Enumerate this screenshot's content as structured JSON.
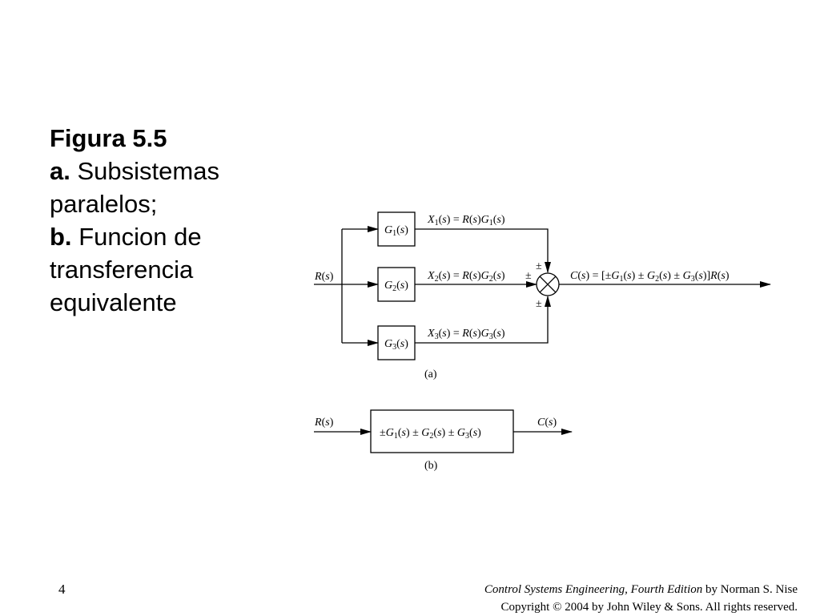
{
  "title": {
    "figure": "Figura 5.5",
    "part_a_letter": "a.",
    "part_a_text": "Subsistemas paralelos;",
    "part_b_letter": "b.",
    "part_b_text": "Funcion de transferencia equivalente"
  },
  "diagram_a": {
    "input": "R(s)",
    "blocks": [
      "G1(s)",
      "G2(s)",
      "G3(s)"
    ],
    "branch_signals": [
      "X1(s) = R(s)G1(s)",
      "X2(s) = R(s)G2(s)",
      "X3(s) = R(s)G3(s)"
    ],
    "summing_signs": [
      "±",
      "±",
      "±"
    ],
    "output": "C(s) = [±G1(s) ± G2(s) ± G3(s)]R(s)",
    "caption": "(a)"
  },
  "diagram_b": {
    "input": "R(s)",
    "block": "±G1(s) ± G2(s) ± G3(s)",
    "output": "C(s)",
    "caption": "(b)"
  },
  "footer": {
    "page_number": "4",
    "book_title": "Control Systems Engineering, Fourth Edition",
    "author_line": " by Norman S. Nise",
    "copyright": "Copyright © 2004 by John Wiley & Sons. All rights reserved."
  }
}
